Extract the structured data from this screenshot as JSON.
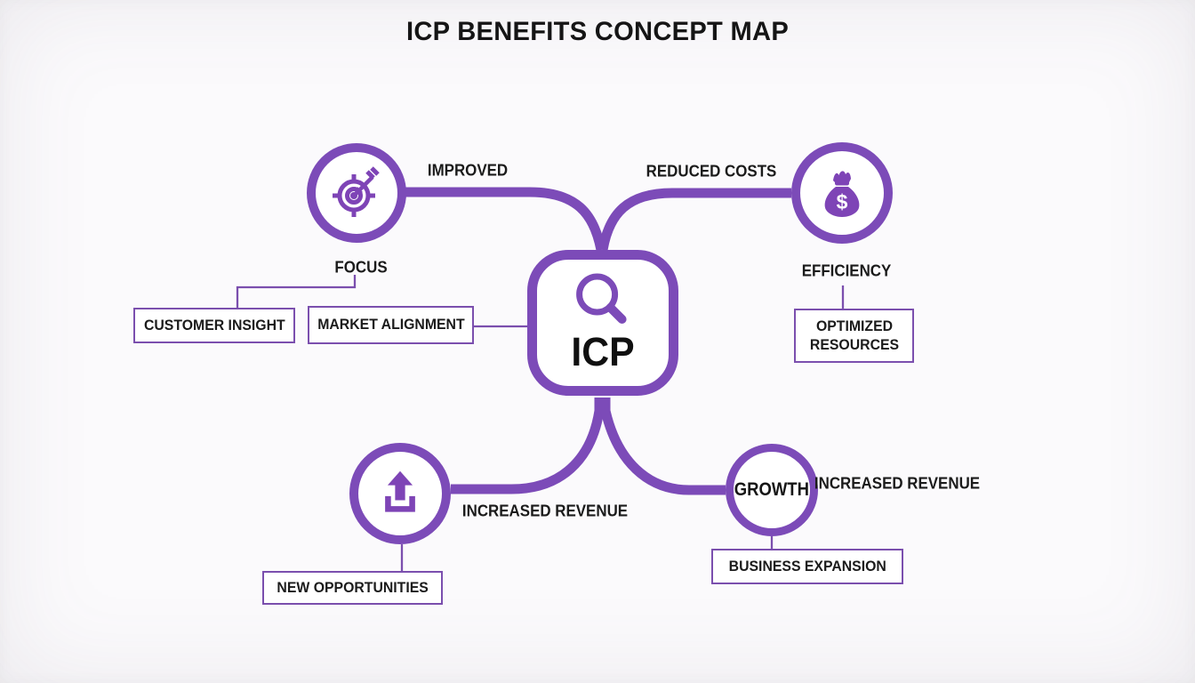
{
  "title": "ICP BENEFITS CONCEPT MAP",
  "colors": {
    "connector_purple": "#7c4bb8",
    "box_border_purple": "#7b4fae",
    "icon_purple": "#7e44b6",
    "text_black": "#1b1b1b",
    "background": "#fbfafc"
  },
  "center_node": {
    "label": "ICP",
    "icon": "search-icon"
  },
  "branches": {
    "top_left": {
      "icon": "target-dart-icon",
      "connector_label": "IMPROVED",
      "sub_label": "FOCUS",
      "box": "CUSTOMER INSIGHT"
    },
    "left": {
      "box": "MARKET ALIGNMENT"
    },
    "top_right": {
      "icon": "money-bag-icon",
      "money_symbol": "$",
      "connector_label": "REDUCED COSTS",
      "sub_label": "EFFICIENCY",
      "box": "OPTIMIZED RESOURCES"
    },
    "bottom_left": {
      "icon": "upload-icon",
      "connector_label": "INCREASED REVENUE",
      "box": "NEW OPPORTUNITIES"
    },
    "bottom_right": {
      "node_label": "GROWTH",
      "connector_label": "INCREASED REVENUE",
      "box": "BUSINESS EXPANSION"
    }
  }
}
